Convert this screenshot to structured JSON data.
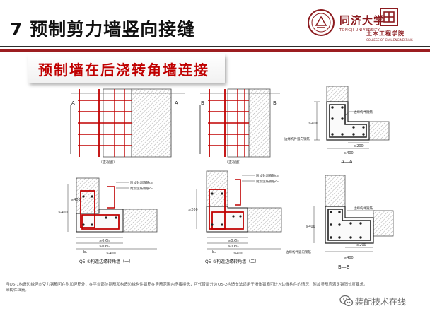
{
  "header": {
    "title": "7 预制剪力墙竖向接缝",
    "logo_tongji": {
      "name": "同济大学",
      "sub": "TONGJI UNIVERSITY"
    },
    "logo_civil": {
      "name": "土木工程学院",
      "sub": "COLLEGE OF CIVIL ENGINEERING"
    }
  },
  "subtitle": "预制墙在后浇转角墙连接",
  "figure": {
    "top_left": {
      "mark": "A",
      "mark_right": "A",
      "note": "（正视图）"
    },
    "top_middle": {
      "mark": "B",
      "mark_right": "B",
      "note": "（正视图）"
    },
    "section_a": {
      "label_stirrup": "边缘构件箍筋",
      "label_rebar": "边缘构件竖向钢筋",
      "dim_h": "≥400",
      "dim_200": "≥200",
      "dim_vertical": "≥400",
      "section_mark": "A—A"
    },
    "section_b": {
      "label_stirrup": "边缘构件箍筋",
      "label_rebar": "边缘构件竖向钢筋",
      "dim_h": "≥400",
      "dim_200": "≥200",
      "dim_vertical": "≥400",
      "section_mark": "B—B"
    },
    "detail_left": {
      "label_1": "附加封闭箍筋d₀",
      "label_2": "附加竖筋钢筋d₀",
      "dim_h1": "≥0.6l₀",
      "dim_h2": "≥0.6l₀",
      "dim_bottom": "≥400",
      "dim_v1": "≥400",
      "dim_v2": "≥400",
      "bar_label": "bᵤ",
      "caption": "Q5-①构造边缘转角墙（一）"
    },
    "detail_middle": {
      "label_1": "附加封闭箍筋d₀",
      "label_2": "附加竖筋钢筋d₀",
      "dim_h1": "≥0.6l₀",
      "dim_h2": "≥0.6l₀",
      "dim_bottom": "≥400",
      "dim_v1": "≥200",
      "bar_label": "bᵤ",
      "caption": "Q5-②构造边缘转角墙（二）"
    }
  },
  "captions": {
    "left": "当Q5-1构造边缘竖向受力钢筋可在附加竖筋外，在平台部位钢筋和构造边缘构件钢筋在竖筋范围内搭接接头，可代替部分边缘构件纵筋。",
    "right": "Q5-2构造做法适用于墙体钢筋可计入边缘构件的情况，附加竖筋应满足锚固长度要求。"
  },
  "watermark": "装配技术在线",
  "colors": {
    "accent_red": "#c00000",
    "rule_dark": "#2d2d2d",
    "rule_red": "#9c1d20",
    "brand": "#8c1b1f"
  }
}
